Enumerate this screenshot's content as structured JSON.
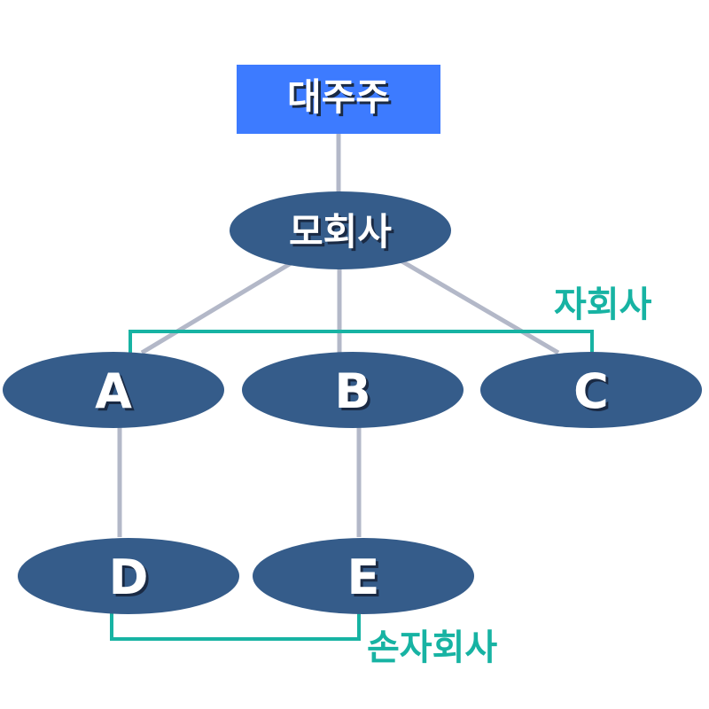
{
  "colors": {
    "top_box": "#3d7bff",
    "node": "#355c8a",
    "connector": "#b3b8c8",
    "bracket": "#17b3a3",
    "text": "#ffffff"
  },
  "nodes": {
    "top": "대주주",
    "parent": "모회사",
    "a": "A",
    "b": "B",
    "c": "C",
    "d": "D",
    "e": "E"
  },
  "labels": {
    "subsidiary": "자회사",
    "sub_subsidiary": "손자회사"
  }
}
